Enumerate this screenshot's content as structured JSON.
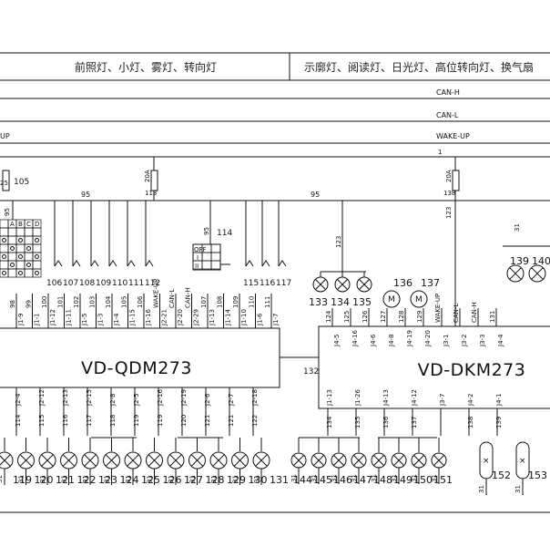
{
  "header": {
    "left_title": "前照灯、小灯、雾灯、转向灯",
    "right_title": "示廓灯、阅读灯、日光灯、高位转向灯、换气扇"
  },
  "bus": {
    "can_h": "CAN-H",
    "can_l": "CAN-L",
    "wake_up": "WAKE-UP",
    "wake_up_left": "UP",
    "line_1": "1"
  },
  "power": {
    "wire_95": "95",
    "fuse_left_rating": "20A",
    "fuse_left_id": "113",
    "fuse_right_rating": "20A",
    "fuse_right_id": "138",
    "fuse_small_id": "105",
    "fuse_small_rating": "25",
    "wire_123": "123",
    "wire_31": "31"
  },
  "switch_grid": {
    "columns": [
      "A",
      "B",
      "C",
      "D"
    ]
  },
  "switch_114": {
    "id": "114",
    "wire": "95",
    "positions": [
      "OFF",
      "I",
      "II"
    ]
  },
  "modules": {
    "qdm": "VD-QDM273",
    "dkm": "VD-DKM273",
    "link_wire": "132"
  },
  "qdm_inputs": [
    {
      "wire": "106",
      "pin": ""
    },
    {
      "wire": "107",
      "pin": ""
    },
    {
      "wire": "108",
      "pin": ""
    },
    {
      "wire": "109",
      "pin": ""
    },
    {
      "wire": "110",
      "pin": ""
    },
    {
      "wire": "111",
      "pin": ""
    },
    {
      "wire": "112",
      "pin": ""
    }
  ],
  "qdm_top_pins": [
    {
      "wire": "98",
      "pin": "J1-9"
    },
    {
      "wire": "99",
      "pin": "J1-1"
    },
    {
      "wire": "100",
      "pin": "J1-12"
    },
    {
      "wire": "101",
      "pin": "J1-11"
    },
    {
      "wire": "102",
      "pin": "J1-5"
    },
    {
      "wire": "103",
      "pin": "J1-3"
    },
    {
      "wire": "104",
      "pin": "J1-4"
    },
    {
      "wire": "105",
      "pin": "J1-15"
    },
    {
      "wire": "106",
      "pin": "J1-16"
    },
    {
      "wire": "WAKE-UP",
      "pin": "J2-21"
    },
    {
      "wire": "CAN-L",
      "pin": "J2-20"
    },
    {
      "wire": "CAN-H",
      "pin": "J2-29"
    },
    {
      "wire": "107",
      "pin": "J1-13"
    },
    {
      "wire": "108",
      "pin": "J1-14"
    },
    {
      "wire": "109",
      "pin": "J1-10"
    },
    {
      "wire": "110",
      "pin": "J1-6"
    },
    {
      "wire": "111",
      "pin": "J1-7"
    }
  ],
  "qdm_relays": [
    {
      "wire": "115"
    },
    {
      "wire": "116"
    },
    {
      "wire": "117"
    }
  ],
  "qdm_bottom_pins": [
    {
      "wire": "114",
      "pin": "J2-4"
    },
    {
      "wire": "115",
      "pin": "J2-12"
    },
    {
      "wire": "116",
      "pin": "J2-13"
    },
    {
      "wire": "117",
      "pin": "J2-15"
    },
    {
      "wire": "118",
      "pin": "J2-8"
    },
    {
      "wire": "119",
      "pin": "J2-5"
    },
    {
      "wire": "119",
      "pin": "J2-16"
    },
    {
      "wire": "120",
      "pin": "J2-19"
    },
    {
      "wire": "121",
      "pin": "J2-6"
    },
    {
      "wire": "121",
      "pin": "J2-7"
    },
    {
      "wire": "122",
      "pin": "J2-18"
    }
  ],
  "qdm_lamps": [
    "119",
    "120",
    "121",
    "122",
    "123",
    "124",
    "125",
    "126",
    "127",
    "128",
    "129",
    "130",
    "131"
  ],
  "dkm_top_pins": [
    {
      "wire": "124",
      "pin": "J4-5"
    },
    {
      "wire": "125",
      "pin": "J4-16"
    },
    {
      "wire": "126",
      "pin": "J4-6"
    },
    {
      "wire": "127",
      "pin": "J4-8"
    },
    {
      "wire": "128",
      "pin": "J4-19"
    },
    {
      "wire": "129",
      "pin": "J4-20"
    },
    {
      "wire": "WAKE-UP",
      "pin": "J3-1"
    },
    {
      "wire": "CAN-L",
      "pin": "J3-2"
    },
    {
      "wire": "CAN-H",
      "pin": "J3-3"
    },
    {
      "wire": "131",
      "pin": "J4-4"
    }
  ],
  "dkm_lamps_top": [
    "133",
    "134",
    "135"
  ],
  "dkm_motors": [
    "136",
    "137"
  ],
  "dkm_top_right_lamps": [
    "139",
    "140"
  ],
  "dkm_bottom_pins": [
    {
      "wire": "134",
      "pin": "J1-13"
    },
    {
      "wire": "135",
      "pin": "J1-26"
    },
    {
      "wire": "136",
      "pin": "J4-13"
    },
    {
      "wire": "137",
      "pin": "J4-12"
    },
    {
      "wire": "",
      "pin": "J3-7"
    },
    {
      "wire": "138",
      "pin": "J4-2"
    },
    {
      "wire": "139",
      "pin": "J4-1"
    }
  ],
  "dkm_lamps": [
    "144",
    "145",
    "146",
    "147",
    "148",
    "149",
    "150",
    "151"
  ],
  "dkm_tubes": [
    "152",
    "153"
  ]
}
